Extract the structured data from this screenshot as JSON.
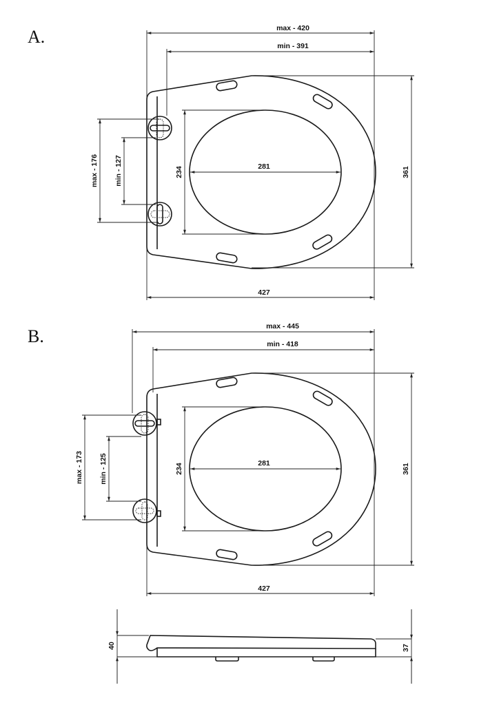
{
  "variant_a": {
    "label": "A.",
    "overall_max": "max - 420",
    "overall_min": "min - 391",
    "hinge_max": "max - 176",
    "hinge_min": "min - 127",
    "opening_length": "234",
    "opening_width": "281",
    "seat_length": "361",
    "seat_width": "427"
  },
  "variant_b": {
    "label": "B.",
    "overall_max": "max - 445",
    "overall_min": "min - 418",
    "hinge_max": "max - 173",
    "hinge_min": "min - 125",
    "opening_length": "234",
    "opening_width": "281",
    "seat_length": "361",
    "seat_width": "427"
  },
  "side_view": {
    "height_rear": "40",
    "height_front": "37"
  }
}
